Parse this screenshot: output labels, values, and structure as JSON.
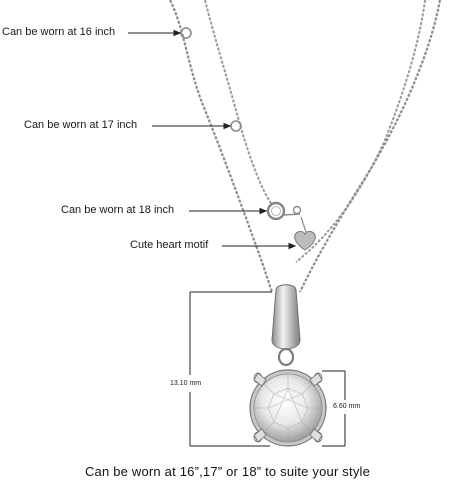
{
  "labels": {
    "worn_16": "Can be worn at 16 inch",
    "worn_17": "Can be worn at 17 inch",
    "worn_18": "Can be worn at 18 inch",
    "heart": "Cute heart motif"
  },
  "dimensions": {
    "height": "13.10 mm",
    "width": "6.60 mm"
  },
  "caption": "Can be worn at 16”,17” or 18” to suite your style",
  "colors": {
    "metal": "#9a9a9a",
    "metal_dark": "#6e6e6e",
    "arrow": "#222222"
  }
}
